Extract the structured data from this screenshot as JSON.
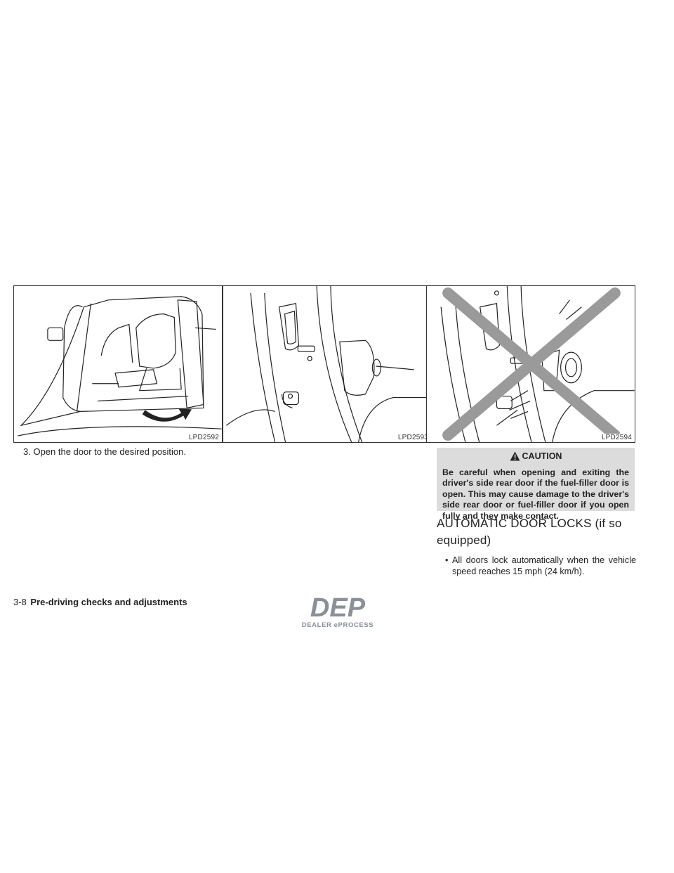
{
  "figures": [
    {
      "code": "LPD2592"
    },
    {
      "code": "LPD2593"
    },
    {
      "code": "LPD2594"
    }
  ],
  "step": {
    "text": "3. Open the door to the desired position."
  },
  "caution": {
    "header": "CAUTION",
    "body": "Be careful when opening and exiting the driver's side rear door if the fuel-filler door is open. This may cause damage to the driver's side rear door or fuel-filler door if you open fully and they make contact."
  },
  "section": {
    "heading": "AUTOMATIC DOOR LOCKS (if so equipped)",
    "bullet": "All doors lock automatically when the vehicle speed reaches 15 mph (24 km/h)."
  },
  "footer": {
    "page": "3-8",
    "title": "Pre-driving checks and adjustments"
  },
  "logo": {
    "mark": "DEP",
    "text": "DEALER ePROCESS"
  },
  "colors": {
    "caution_bg": "#dcdcdc",
    "text": "#222222",
    "logo": "#8a9099"
  }
}
